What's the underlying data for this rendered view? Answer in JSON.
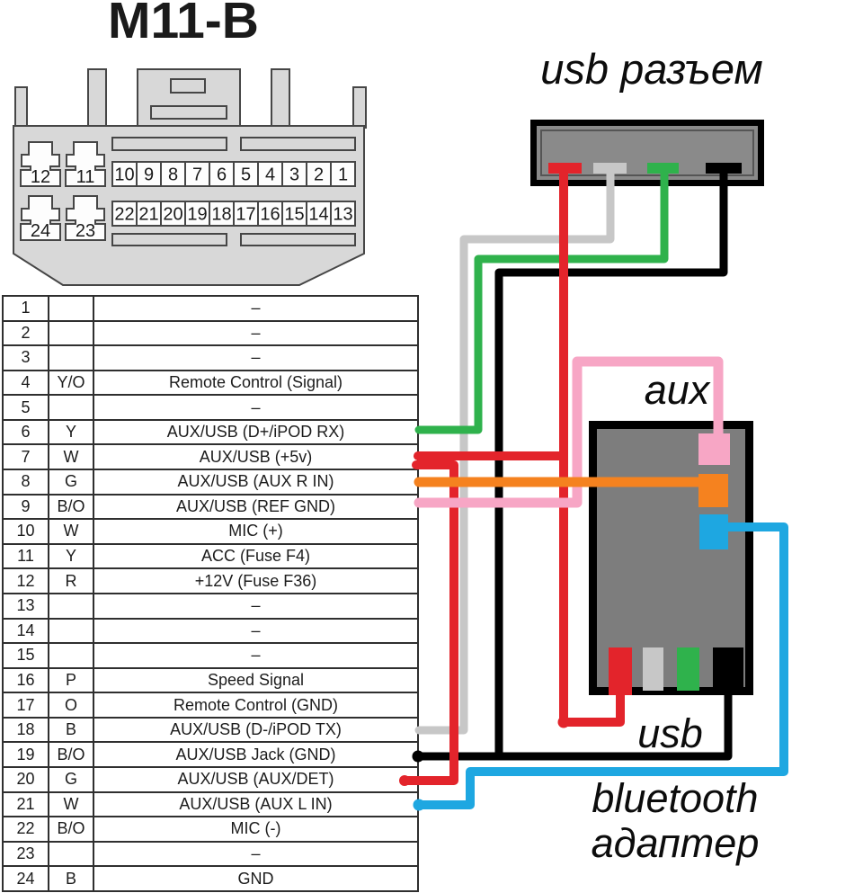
{
  "title": "M11-B",
  "connector": {
    "large_pins": [
      "12",
      "11",
      "24",
      "23"
    ],
    "pin_row_1": [
      "10",
      "9",
      "8",
      "7",
      "6",
      "5",
      "4",
      "3",
      "2",
      "1"
    ],
    "pin_row_2": [
      "22",
      "21",
      "20",
      "19",
      "18",
      "17",
      "16",
      "15",
      "14",
      "13"
    ]
  },
  "pin_table": {
    "rows": [
      {
        "pin": "1",
        "color": "",
        "function": "–"
      },
      {
        "pin": "2",
        "color": "",
        "function": "–"
      },
      {
        "pin": "3",
        "color": "",
        "function": "–"
      },
      {
        "pin": "4",
        "color": "Y/O",
        "function": "Remote Control (Signal)"
      },
      {
        "pin": "5",
        "color": "",
        "function": "–"
      },
      {
        "pin": "6",
        "color": "Y",
        "function": "AUX/USB (D+/iPOD RX)"
      },
      {
        "pin": "7",
        "color": "W",
        "function": "AUX/USB (+5v)"
      },
      {
        "pin": "8",
        "color": "G",
        "function": "AUX/USB (AUX R IN)"
      },
      {
        "pin": "9",
        "color": "B/O",
        "function": "AUX/USB (REF GND)"
      },
      {
        "pin": "10",
        "color": "W",
        "function": "MIC (+)"
      },
      {
        "pin": "11",
        "color": "Y",
        "function": "ACC (Fuse F4)"
      },
      {
        "pin": "12",
        "color": "R",
        "function": "+12V (Fuse F36)"
      },
      {
        "pin": "13",
        "color": "",
        "function": "–"
      },
      {
        "pin": "14",
        "color": "",
        "function": "–"
      },
      {
        "pin": "15",
        "color": "",
        "function": "–"
      },
      {
        "pin": "16",
        "color": "P",
        "function": "Speed Signal"
      },
      {
        "pin": "17",
        "color": "O",
        "function": "Remote Control (GND)"
      },
      {
        "pin": "18",
        "color": "B",
        "function": "AUX/USB (D-/iPOD TX)"
      },
      {
        "pin": "19",
        "color": "B/O",
        "function": "AUX/USB Jack (GND)"
      },
      {
        "pin": "20",
        "color": "G",
        "function": "AUX/USB (AUX/DET)"
      },
      {
        "pin": "21",
        "color": "W",
        "function": "AUX/USB (AUX L IN)"
      },
      {
        "pin": "22",
        "color": "B/O",
        "function": "MIC (-)"
      },
      {
        "pin": "23",
        "color": "",
        "function": "–"
      },
      {
        "pin": "24",
        "color": "B",
        "function": "GND"
      }
    ]
  },
  "labels": {
    "usb_connector": "usb разъем",
    "aux": "aux",
    "usb": "usb",
    "bluetooth_line1": "bluetooth",
    "bluetooth_line2": "адаптер"
  },
  "wire_colors": {
    "red": "#e3242b",
    "green": "#2fb24c",
    "gray": "#c7c7c7",
    "black": "#000000",
    "pink": "#f7a6c5",
    "orange": "#f5821f",
    "blue": "#1ea7e1"
  }
}
